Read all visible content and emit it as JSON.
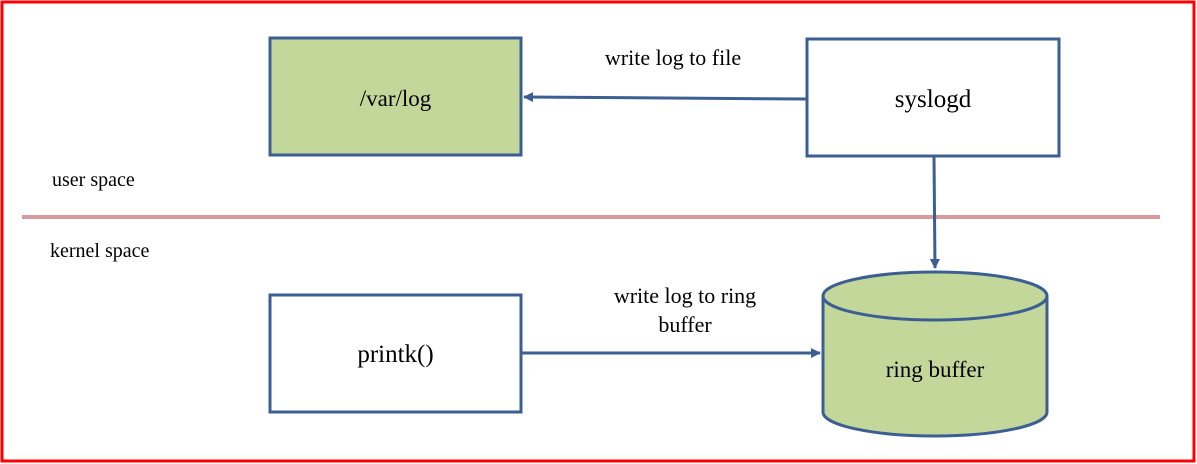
{
  "diagram": {
    "nodes": {
      "var_log": {
        "label": "/var/log"
      },
      "syslogd": {
        "label": "syslogd"
      },
      "printk": {
        "label": "printk()"
      },
      "ring_buffer": {
        "label": "ring buffer"
      }
    },
    "edges": {
      "write_file": {
        "label": "write log to file"
      },
      "write_ring": {
        "label_line1": "write log to ring",
        "label_line2": "buffer"
      }
    },
    "regions": {
      "user": "user space",
      "kernel": "kernel space"
    }
  },
  "colors": {
    "frame": "#ff0000",
    "stroke": "#3c5f93",
    "fill_green": "#c4d79b",
    "divider": "#d89a9a"
  }
}
